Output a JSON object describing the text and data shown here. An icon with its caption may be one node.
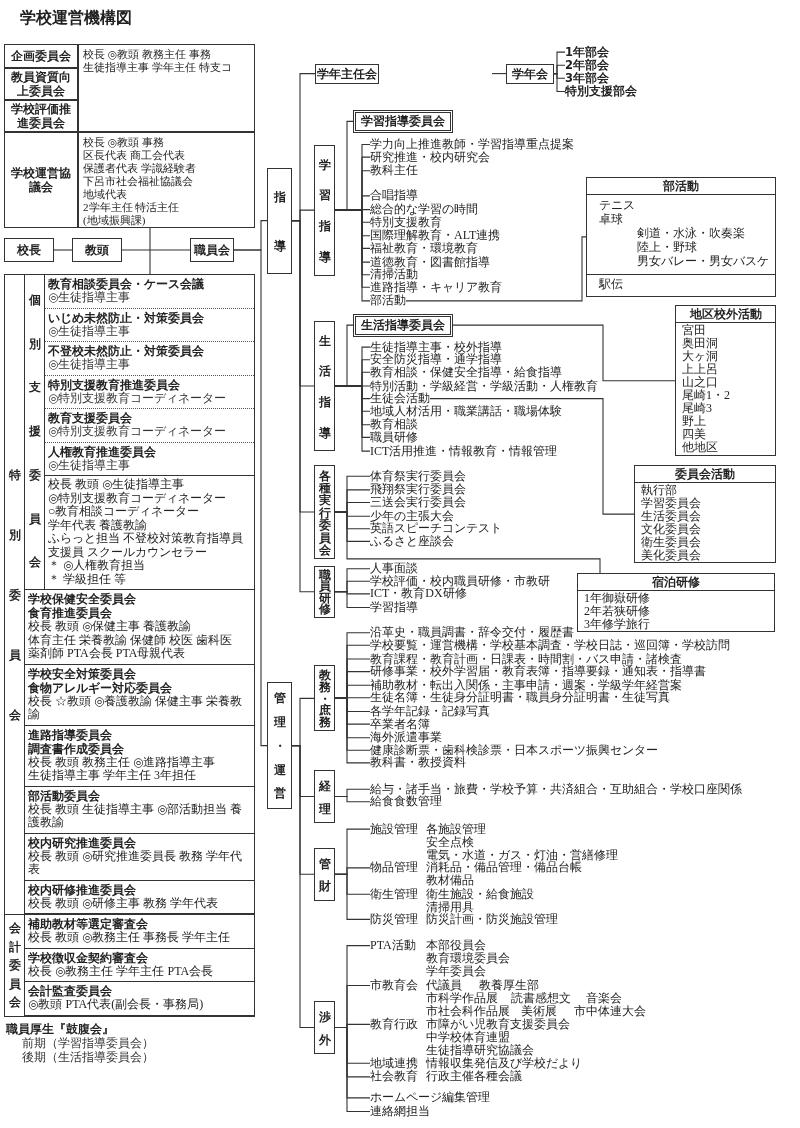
{
  "diagram": {
    "title": "学校運営機構図",
    "nodes": [
      {
        "text": [
          "企画委員会"
        ]
      },
      {
        "text": [
          "教員資質向上委員会"
        ]
      },
      {
        "text": [
          "学校評価推進委員会"
        ]
      },
      {
        "text": [
          "校長 ◎教頭 教務主任 事務",
          "生徒指導主事 学年主任 特支コ"
        ]
      },
      {
        "text": [
          "学校運営協議会"
        ]
      },
      {
        "text": [
          "校長 ◎教頭 事務",
          "区長代表 商工会代表",
          "保護者代表 学識経験者",
          "下呂市社会福祉協議会",
          "地域代表",
          "2学年主任 特活主任",
          "(地域振興課)"
        ]
      },
      {
        "text": [
          "校長"
        ]
      },
      {
        "text": [
          "教頭"
        ]
      },
      {
        "text": [
          "職員会"
        ]
      },
      {
        "text": [
          "特別委員会"
        ]
      },
      {
        "text": [
          "個別支援委員会"
        ],
        "in": 9
      },
      {
        "text": [
          "教育相談委員会・ケース会議",
          "◎生徒指導主事"
        ],
        "in": 10
      },
      {
        "text": [
          "いじめ未然防止・対策委員会",
          "◎生徒指導主事"
        ],
        "in": 10
      },
      {
        "text": [
          "不登校未然防止・対策委員会",
          "◎生徒指導主事"
        ],
        "in": 10
      },
      {
        "text": [
          "特別支援教育推進委員会",
          "◎特別支援教育コーディネーター"
        ],
        "in": 10
      },
      {
        "text": [
          "教育支援委員会",
          "◎特別支援教育コーディネーター"
        ],
        "in": 10
      },
      {
        "text": [
          "人権教育推進委員会",
          "◎生徒指導主事"
        ],
        "in": 10
      },
      {
        "text": [
          "校長 教頭 ◎生徒指導主事",
          "◎特別支援教育コーディネーター",
          "○教育相談コーディネーター",
          "学年代表 養護教諭",
          "ふらっと担当 不登校対策教育指導員",
          "支援員 スクールカウンセラー",
          "＊ ◎人権教育担当",
          "＊ 学級担任 等"
        ],
        "in": 10
      },
      {
        "text": [
          "学校保健安全委員会",
          "食育推進委員会",
          "校長 教頭 ◎保健主事 養護教諭",
          "体育主任 栄養教諭 保健師 校医 歯科医",
          "薬剤師 PTA会長 PTA母親代表"
        ],
        "in": 9
      },
      {
        "text": [
          "学校安全対策委員会",
          "食物アレルギー対応委員会",
          "校長 ☆教頭 ◎養護教諭 保健主事 栄養教諭"
        ],
        "in": 9
      },
      {
        "text": [
          "進路指導委員会",
          "調査書作成委員会",
          "校長 教頭 教務主任 ◎進路指導主事",
          "生徒指導主事 学年主任 3年担任"
        ],
        "in": 9
      },
      {
        "text": [
          "部活動委員会",
          "校長 教頭 生徒指導主事 ◎部活動担当 養護教諭"
        ],
        "in": 9
      },
      {
        "text": [
          "校内研究推進委員会",
          "校長 教頭 ◎研究推進委員長 教務 学年代表"
        ],
        "in": 9
      },
      {
        "text": [
          "校内研修推進委員会",
          "校長 教頭 ◎研修主事 教務 学年代表"
        ],
        "in": 9
      },
      {
        "text": [
          "会計委員会"
        ]
      },
      {
        "text": [
          "補助教材等選定審査会",
          "校長 教頭 ◎教務主任 事務長 学年主任"
        ],
        "in": 24
      },
      {
        "text": [
          "学校徴収金契約審査会",
          "校長 ◎教務主任 学年主任 PTA会長"
        ],
        "in": 24
      },
      {
        "text": [
          "会計監査委員会",
          "◎教頭 PTA代表(副会長・事務局)"
        ],
        "in": 24
      },
      {
        "text": [
          "指導"
        ]
      },
      {
        "text": [
          "管理・運営"
        ]
      },
      {
        "text": [
          "学年主任会"
        ]
      },
      {
        "text": [
          "学年会"
        ]
      },
      {
        "text": [
          "1年部会"
        ]
      },
      {
        "text": [
          "2年部会"
        ]
      },
      {
        "text": [
          "3年部会"
        ]
      },
      {
        "text": [
          "特別支援部会"
        ]
      },
      {
        "text": [
          "学習指導"
        ]
      },
      {
        "text": [
          "学習指導委員会"
        ]
      },
      {
        "text": [
          "学力向上推進教師・学習指導重点提案"
        ]
      },
      {
        "text": [
          "研究推進・校内研究会"
        ]
      },
      {
        "text": [
          "教科主任"
        ]
      },
      {
        "text": [
          "合唱指導"
        ]
      },
      {
        "text": [
          "総合的な学習の時間"
        ]
      },
      {
        "text": [
          "特別支援教育"
        ]
      },
      {
        "text": [
          "国際理解教育・ALT連携"
        ]
      },
      {
        "text": [
          "福祉教育・環境教育"
        ]
      },
      {
        "text": [
          "道徳教育・図書館指導"
        ]
      },
      {
        "text": [
          "清掃活動"
        ]
      },
      {
        "text": [
          "進路指導・キャリア教育"
        ]
      },
      {
        "text": [
          "部活動"
        ]
      },
      {
        "text": [
          "部活動",
          "テニス",
          "卓球",
          "剣道・水泳・吹奏楽",
          "陸上・野球",
          "男女バレー・男女バスケ",
          "駅伝"
        ]
      },
      {
        "text": [
          "生活指導"
        ]
      },
      {
        "text": [
          "生活指導委員会"
        ]
      },
      {
        "text": [
          "生徒指導主事・校外指導"
        ]
      },
      {
        "text": [
          "安全防災指導・通学指導"
        ]
      },
      {
        "text": [
          "教育相談・保健安全指導・給食指導"
        ]
      },
      {
        "text": [
          "特別活動・学級経営・学級活動・人権教育"
        ]
      },
      {
        "text": [
          "生徒会活動"
        ]
      },
      {
        "text": [
          "地域人材活用・職業講話・職場体験"
        ]
      },
      {
        "text": [
          "教育相談"
        ]
      },
      {
        "text": [
          "職員研修"
        ]
      },
      {
        "text": [
          "ICT活用推進・情報教育・情報管理"
        ]
      },
      {
        "text": [
          "地区校外活動",
          "宮田",
          "奥田洞",
          "大ヶ洞",
          "上上呂",
          "山之口",
          "尾崎1・2",
          "尾崎3",
          "野上",
          "四美",
          "他地区"
        ]
      },
      {
        "text": [
          "委員会活動",
          "執行部",
          "学習委員会",
          "生活委員会",
          "文化委員会",
          "衛生委員会",
          "美化委員会"
        ]
      },
      {
        "text": [
          "各種実行委員会"
        ]
      },
      {
        "text": [
          "体育祭実行委員会"
        ]
      },
      {
        "text": [
          "飛翔祭実行委員会"
        ]
      },
      {
        "text": [
          "三送会実行委員会"
        ]
      },
      {
        "text": [
          "少年の主張大会"
        ]
      },
      {
        "text": [
          "英語スピーチコンテスト"
        ]
      },
      {
        "text": [
          "ふるさと座談会"
        ]
      },
      {
        "text": [
          "宿泊研修",
          "1年御嶽研修",
          "2年若狭研修",
          "3年修学旅行"
        ]
      },
      {
        "text": [
          "職員研修"
        ]
      },
      {
        "text": [
          "人事面談"
        ]
      },
      {
        "text": [
          "学校評価・校内職員研修・市教研"
        ]
      },
      {
        "text": [
          "ICT・教育DX研修"
        ]
      },
      {
        "text": [
          "学習指導"
        ]
      },
      {
        "text": [
          "教務・庶務"
        ]
      },
      {
        "text": [
          "沿革史・職員調書・辞令交付・履歴書"
        ]
      },
      {
        "text": [
          "学校要覧・運営機構・学校基本調査・学校日誌・巡回簿・学校訪問"
        ]
      },
      {
        "text": [
          "教育課程・教育計画・日課表・時間割・バス申請・諸検査"
        ]
      },
      {
        "text": [
          "研修事業・校外学習届・教育表簿・指導要録・通知表・指導書"
        ]
      },
      {
        "text": [
          "補助教材・転出入関係・主事申請・週案・学級学年経営案"
        ]
      },
      {
        "text": [
          "生徒名簿・生徒身分証明書・職員身分証明書・生徒写真"
        ]
      },
      {
        "text": [
          "各学年記録・記録写真"
        ]
      },
      {
        "text": [
          "卒業者名簿"
        ]
      },
      {
        "text": [
          "海外派遣事業"
        ]
      },
      {
        "text": [
          "健康診断票・歯科検診票・日本スポーツ振興センター"
        ]
      },
      {
        "text": [
          "教科書・教授資料"
        ]
      },
      {
        "text": [
          "経理"
        ]
      },
      {
        "text": [
          "給与・諸手当・旅費・学校予算・共済組合・互助組合・学校口座関係"
        ]
      },
      {
        "text": [
          "給食食数管理"
        ]
      },
      {
        "text": [
          "管財"
        ]
      },
      {
        "text": [
          "施設管理"
        ],
        "beside": [
          "各施設管理",
          "安全点検",
          "電気・水道・ガス・灯油・営繕修理"
        ]
      },
      {
        "text": [
          "物品管理"
        ],
        "beside": [
          "消耗品・備品管理・備品台帳",
          "教材備品"
        ]
      },
      {
        "text": [
          "衛生管理"
        ],
        "beside": [
          "衛生施設・給食施設",
          "清掃用具"
        ]
      },
      {
        "text": [
          "防災管理"
        ],
        "beside": [
          "防災計画・防災施設管理"
        ]
      },
      {
        "text": [
          "渉外"
        ]
      },
      {
        "text": [
          "PTA活動"
        ],
        "beside": [
          "本部役員会",
          "教育環境委員会",
          "学年委員会"
        ]
      },
      {
        "text": [
          "市教育会"
        ],
        "beside": [
          "代議員",
          "教養厚生部",
          "市科学作品展",
          "読書感想文",
          "音楽会",
          "市社会科作品展",
          "美術展",
          "市中体連大会"
        ]
      },
      {
        "text": [
          "教育行政"
        ],
        "beside": [
          "市障がい児教育支援委員会",
          "中学校体育連盟",
          "生徒指導研究協議会"
        ]
      },
      {
        "text": [
          "地域連携"
        ],
        "beside": [
          "情報収集発信及び学校だより"
        ]
      },
      {
        "text": [
          "社会教育"
        ],
        "beside": [
          "行政主催各種会議"
        ]
      },
      {
        "text": [
          "ホームページ編集管理"
        ]
      },
      {
        "text": [
          "連絡網担当"
        ]
      }
    ],
    "edges": [
      {
        "from": 5,
        "to": 9,
        "arrow": "none"
      },
      {
        "from": 6,
        "to": 7,
        "arrow": "none"
      },
      {
        "from": 7,
        "to": 8,
        "arrow": "none"
      },
      {
        "from": 8,
        "to": 28,
        "arrow": "none"
      },
      {
        "from": 8,
        "to": 29,
        "arrow": "none"
      },
      {
        "from": 28,
        "to": 30,
        "arrow": "none"
      },
      {
        "from": 28,
        "to": 36,
        "arrow": "none"
      },
      {
        "from": 28,
        "to": 51,
        "arrow": "none"
      },
      {
        "from": 28,
        "to": 64,
        "arrow": "none"
      },
      {
        "from": 28,
        "to": 72,
        "arrow": "none"
      },
      {
        "from": 29,
        "to": 77,
        "arrow": "none"
      },
      {
        "from": 29,
        "to": 89,
        "arrow": "none"
      },
      {
        "from": 29,
        "to": 92,
        "arrow": "none"
      },
      {
        "from": 29,
        "to": 97,
        "arrow": "none"
      },
      {
        "from": null,
        "to": 31,
        "arrow": "none"
      },
      {
        "from": 31,
        "to": 32,
        "arrow": "none"
      },
      {
        "from": 31,
        "to": 33,
        "arrow": "none"
      },
      {
        "from": 31,
        "to": 34,
        "arrow": "none"
      },
      {
        "from": 31,
        "to": 35,
        "arrow": "none"
      },
      {
        "from": 36,
        "to": 37,
        "arrow": "none"
      },
      {
        "from": 36,
        "to": 38,
        "arrow": "none"
      },
      {
        "from": 36,
        "to": 39,
        "arrow": "none"
      },
      {
        "from": 36,
        "to": 40,
        "arrow": "none"
      },
      {
        "from": 36,
        "to": 41,
        "arrow": "none"
      },
      {
        "from": 36,
        "to": 42,
        "arrow": "none"
      },
      {
        "from": 36,
        "to": 43,
        "arrow": "none"
      },
      {
        "from": 36,
        "to": 44,
        "arrow": "none"
      },
      {
        "from": 36,
        "to": 45,
        "arrow": "none"
      },
      {
        "from": 36,
        "to": 46,
        "arrow": "none"
      },
      {
        "from": 36,
        "to": 47,
        "arrow": "none"
      },
      {
        "from": 36,
        "to": 48,
        "arrow": "none"
      },
      {
        "from": 36,
        "to": 49,
        "arrow": "none"
      },
      {
        "from": 49,
        "to": 50,
        "arrow": "none"
      },
      {
        "from": 51,
        "to": 52,
        "arrow": "none"
      },
      {
        "from": 51,
        "to": 53,
        "arrow": "none"
      },
      {
        "from": 51,
        "to": 54,
        "arrow": "none"
      },
      {
        "from": 51,
        "to": 55,
        "arrow": "none"
      },
      {
        "from": 51,
        "to": 56,
        "arrow": "none"
      },
      {
        "from": 51,
        "to": 57,
        "arrow": "none"
      },
      {
        "from": 51,
        "to": 58,
        "arrow": "none"
      },
      {
        "from": 51,
        "to": 59,
        "arrow": "none"
      },
      {
        "from": 51,
        "to": 60,
        "arrow": "none"
      },
      {
        "from": 51,
        "to": 61,
        "arrow": "none"
      },
      {
        "from": 52,
        "to": 62,
        "arrow": "none"
      },
      {
        "from": 57,
        "to": 63,
        "arrow": "none"
      },
      {
        "from": 64,
        "to": 65,
        "arrow": "none"
      },
      {
        "from": 64,
        "to": 66,
        "arrow": "none"
      },
      {
        "from": 64,
        "to": 67,
        "arrow": "none"
      },
      {
        "from": 64,
        "to": 68,
        "arrow": "none"
      },
      {
        "from": 64,
        "to": 69,
        "arrow": "none"
      },
      {
        "from": 64,
        "to": 70,
        "arrow": "none"
      },
      {
        "from": 64,
        "to": 71,
        "arrow": "none"
      },
      {
        "from": 72,
        "to": 73,
        "arrow": "none"
      },
      {
        "from": 72,
        "to": 74,
        "arrow": "none"
      },
      {
        "from": 72,
        "to": 75,
        "arrow": "none"
      },
      {
        "from": 72,
        "to": 76,
        "arrow": "none"
      },
      {
        "from": 77,
        "to": 78,
        "arrow": "none"
      },
      {
        "from": 77,
        "to": 79,
        "arrow": "none"
      },
      {
        "from": 77,
        "to": 80,
        "arrow": "none"
      },
      {
        "from": 77,
        "to": 81,
        "arrow": "none"
      },
      {
        "from": 77,
        "to": 82,
        "arrow": "none"
      },
      {
        "from": 77,
        "to": 83,
        "arrow": "none"
      },
      {
        "from": 77,
        "to": 84,
        "arrow": "none"
      },
      {
        "from": 77,
        "to": 85,
        "arrow": "none"
      },
      {
        "from": 77,
        "to": 86,
        "arrow": "none"
      },
      {
        "from": 77,
        "to": 87,
        "arrow": "none"
      },
      {
        "from": 77,
        "to": 88,
        "arrow": "none"
      },
      {
        "from": 89,
        "to": 90,
        "arrow": "none"
      },
      {
        "from": 89,
        "to": 91,
        "arrow": "none"
      },
      {
        "from": 92,
        "to": 93,
        "arrow": "none"
      },
      {
        "from": 92,
        "to": 94,
        "arrow": "none"
      },
      {
        "from": 92,
        "to": 95,
        "arrow": "none"
      },
      {
        "from": 92,
        "to": 96,
        "arrow": "none"
      },
      {
        "from": 97,
        "to": 98,
        "arrow": "none"
      },
      {
        "from": 97,
        "to": 99,
        "arrow": "none"
      },
      {
        "from": 97,
        "to": 100,
        "arrow": "none"
      },
      {
        "from": 97,
        "to": 101,
        "arrow": "none"
      },
      {
        "from": 97,
        "to": 102,
        "arrow": "none"
      },
      {
        "from": 97,
        "to": 103,
        "arrow": "none"
      },
      {
        "from": 97,
        "to": 104,
        "arrow": "none"
      }
    ],
    "labels": [
      "職員厚生『鼓腹会』",
      "前期（学習指導委員会）",
      "後期（生活指導委員会）"
    ]
  }
}
